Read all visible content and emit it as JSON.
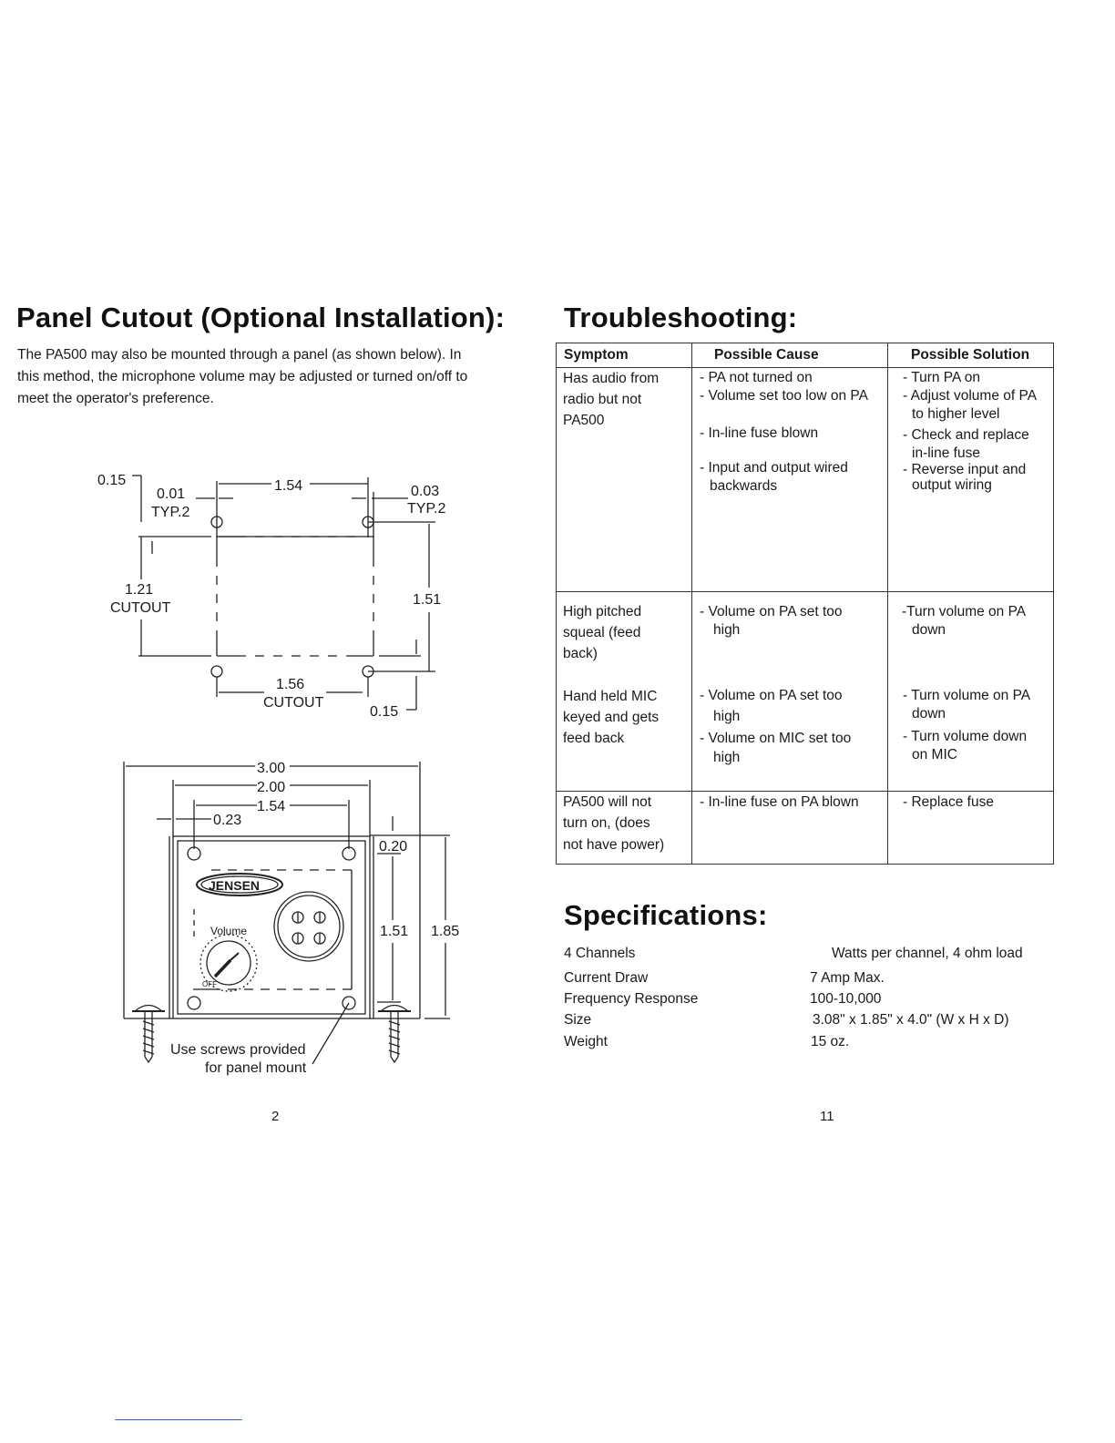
{
  "left_page": {
    "title": "Panel Cutout (Optional Installation):",
    "intro_lines": [
      "The PA500 may also be mounted through a panel (as shown below).  In",
      "this method, the microphone volume may be adjusted or turned on/off to",
      "meet the operator's preference."
    ],
    "cutout_diagram": {
      "labels": {
        "d015_top": "0.15",
        "d001": "0.01",
        "typ2_left": "TYP.2",
        "d154": "1.54",
        "d003": "0.03",
        "typ2_right": "TYP.2",
        "d121": "1.21",
        "cutout_left": "CUTOUT",
        "d151": "1.51",
        "d156": "1.56",
        "cutout_bottom": "CUTOUT",
        "d015_bottom": "0.15"
      }
    },
    "front_diagram": {
      "labels": {
        "d300": "3.00",
        "d200": "2.00",
        "d154": "1.54",
        "d023": "0.23",
        "d020": "0.20",
        "d151": "1.51",
        "d185": "1.85",
        "brand": "JENSEN",
        "volume": "Volume",
        "off": "OFF",
        "note_line1": "Use screws provided",
        "note_line2": "for panel mount"
      }
    },
    "page_number": "2"
  },
  "right_page": {
    "title": "Troubleshooting:",
    "table": {
      "headers": [
        "Symptom",
        "Possible Cause",
        "Possible Solution"
      ],
      "row1": {
        "symptom": [
          "Has audio from",
          "radio but not",
          "PA500"
        ],
        "causes": [
          "- PA not turned on",
          "- Volume set too low on PA",
          "- In-line fuse blown",
          "- Input and output wired",
          "backwards"
        ],
        "solutions": [
          "- Turn PA on",
          "- Adjust volume of PA",
          "to higher level",
          "- Check and replace",
          "in-line fuse",
          "- Reverse input and",
          "output wiring"
        ]
      },
      "row2": {
        "symptom_a": [
          "High pitched",
          "squeal (feed",
          "back)"
        ],
        "symptom_b": [
          "Hand held MIC",
          "keyed and gets",
          "feed back"
        ],
        "causes": [
          "- Volume on PA set too",
          "high",
          "- Volume on PA set too",
          "high",
          "- Volume on MIC set too",
          "high"
        ],
        "solutions": [
          "-Turn volume on PA",
          "down",
          "- Turn volume on PA",
          "down",
          "- Turn volume down",
          "on MIC"
        ]
      },
      "row3": {
        "symptom": [
          "PA500 will not",
          "turn on, (does",
          "not have power)"
        ],
        "cause": "- In-line fuse on PA blown",
        "solution": "- Replace fuse"
      }
    },
    "spec_title": "Specifications:",
    "specs": [
      {
        "label": "4 Channels",
        "value": "Watts per channel, 4 ohm load"
      },
      {
        "label": "Current Draw",
        "value": "7 Amp Max."
      },
      {
        "label": "Frequency Response",
        "value": "100-10,000"
      },
      {
        "label": "Size",
        "value": "3.08\" x 1.85\" x 4.0\" (W x H x D)"
      },
      {
        "label": "Weight",
        "value": "15 oz."
      }
    ],
    "page_number": "11"
  }
}
